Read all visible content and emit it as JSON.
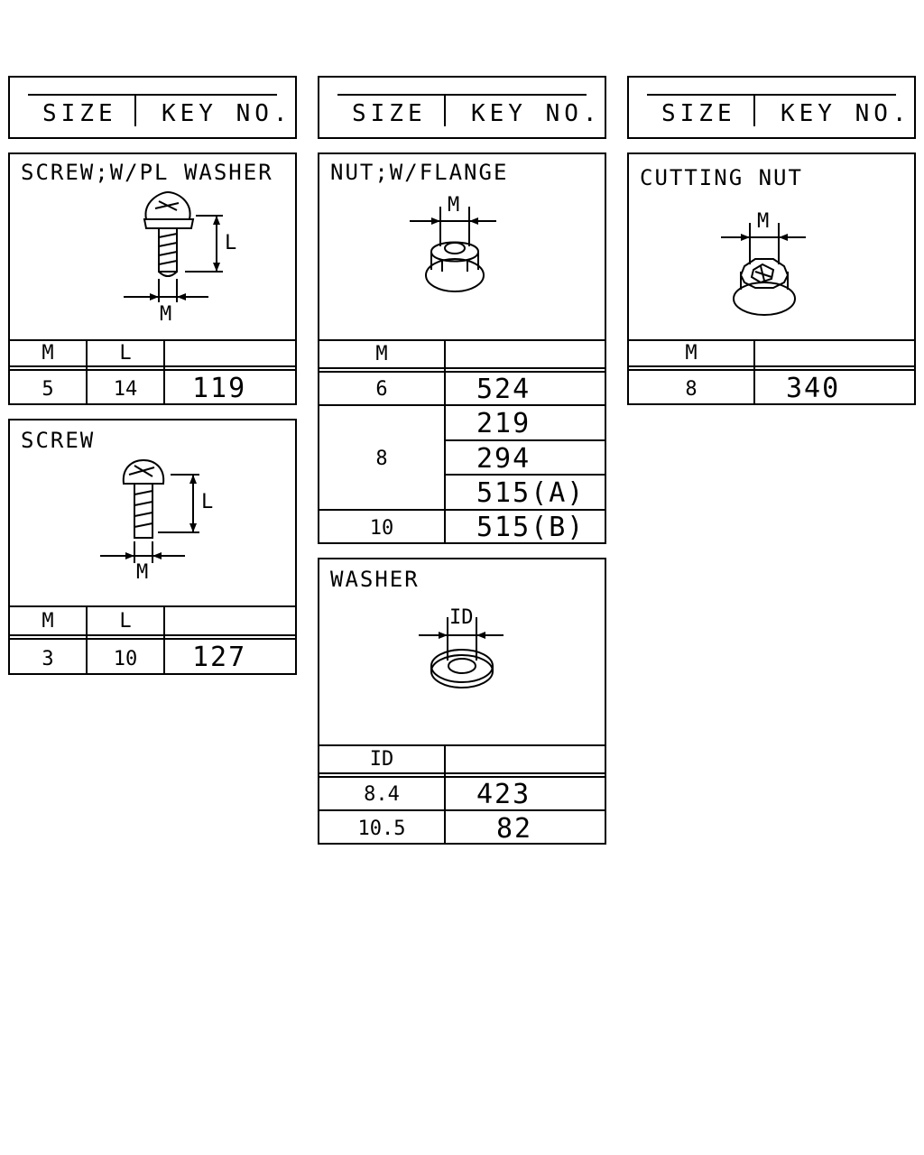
{
  "header": {
    "size_label": "SIZE",
    "key_label": "KEY NO."
  },
  "screw_washer": {
    "title": "SCREW;W/PL WASHER",
    "dim_l": "L",
    "dim_m": "M",
    "columns": [
      "M",
      "L",
      ""
    ],
    "rows": [
      {
        "m": "5",
        "l": "14",
        "key": "119"
      }
    ]
  },
  "screw": {
    "title": "SCREW",
    "dim_l": "L",
    "dim_m": "M",
    "columns": [
      "M",
      "L",
      ""
    ],
    "rows": [
      {
        "m": "3",
        "l": "10",
        "key": "127"
      }
    ]
  },
  "nut_flange": {
    "title": "NUT;W/FLANGE",
    "dim_m": "M",
    "columns": [
      "M",
      ""
    ],
    "rows": [
      {
        "m": "6",
        "keys": [
          "524"
        ]
      },
      {
        "m": "8",
        "keys": [
          "219",
          "294",
          "515(A)"
        ]
      },
      {
        "m": "10",
        "keys": [
          "515(B)"
        ]
      }
    ]
  },
  "washer": {
    "title": "WASHER",
    "dim_id": "ID",
    "columns": [
      "ID",
      ""
    ],
    "rows": [
      {
        "id": "8.4",
        "key": "423"
      },
      {
        "id": "10.5",
        "key": "82"
      }
    ]
  },
  "cutting_nut": {
    "title": "CUTTING NUT",
    "dim_m": "M",
    "columns": [
      "M",
      ""
    ],
    "rows": [
      {
        "m": "8",
        "key": "340"
      }
    ]
  }
}
